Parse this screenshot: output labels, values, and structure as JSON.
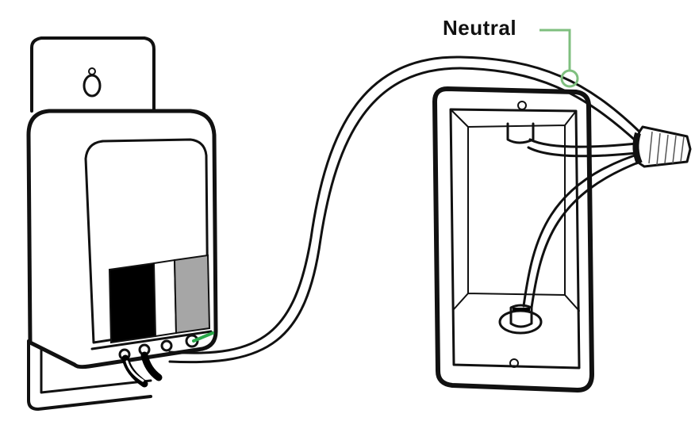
{
  "callout": {
    "label": "Neutral",
    "color": "#7fbf7f"
  },
  "colors": {
    "outline": "#111111",
    "black_band": "#000000",
    "white_band": "#ffffff",
    "gray_band": "#a6a6a6",
    "terminal_green": "#2aa84a"
  },
  "parts": {
    "left": "smart-switch-module",
    "right": "electrical-box",
    "connector": "wire-nut"
  }
}
